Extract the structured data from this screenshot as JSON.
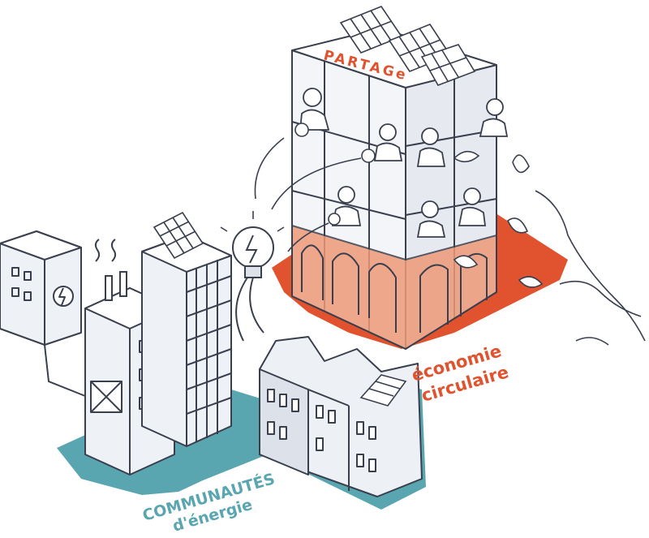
{
  "labels": {
    "partage": "PARTAGe",
    "economie_line1": "économie",
    "economie_line2": "circulaire",
    "communautes_line1": "COMMUNAUTÉS",
    "communautes_line2": "d'énergie"
  },
  "colors": {
    "ink": "#3a3f4e",
    "orange": "#e0532e",
    "orange_light": "#ee9a78",
    "teal": "#5aa6b0",
    "teal_light": "#a8d4d8",
    "building_fill": "#edf0f5",
    "building_fill_dark": "#dde2ea"
  },
  "icons": [
    "solar-panel-icon",
    "lightbulb-icon",
    "leaf-icon",
    "lightning-icon",
    "chimney-smoke-icon",
    "electric-box-icon",
    "air-conditioner-icon"
  ]
}
